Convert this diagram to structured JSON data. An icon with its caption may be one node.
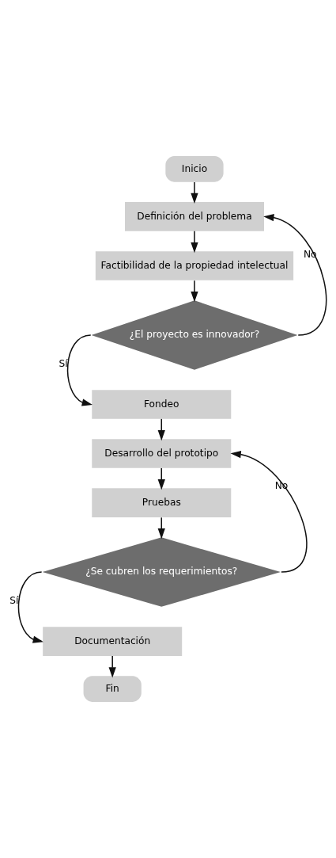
{
  "diagram": {
    "nodes": [
      {
        "text": [
          "Inicio"
        ]
      },
      {
        "text": [
          "Definición del problema"
        ]
      },
      {
        "text": [
          "Factibilidad de la propiedad intelectual"
        ]
      },
      {
        "text": [
          "¿El proyecto es innovador?"
        ]
      },
      {
        "text": [
          "Fondeo"
        ]
      },
      {
        "text": [
          "Desarrollo del prototipo"
        ]
      },
      {
        "text": [
          "Pruebas"
        ]
      },
      {
        "text": [
          "¿Se cubren los requerimientos?"
        ]
      },
      {
        "text": [
          "Documentación"
        ]
      },
      {
        "text": [
          "Fin"
        ]
      }
    ],
    "edges": [
      {
        "from": 0,
        "to": 1,
        "arrow": "to"
      },
      {
        "from": 1,
        "to": 2,
        "arrow": "to"
      },
      {
        "from": 2,
        "to": 3,
        "arrow": "to"
      },
      {
        "from": 3,
        "to": 4,
        "arrow": "to",
        "label": "Sí"
      },
      {
        "from": 3,
        "to": 1,
        "arrow": "to",
        "label": "No"
      },
      {
        "from": 4,
        "to": 5,
        "arrow": "to"
      },
      {
        "from": 5,
        "to": 6,
        "arrow": "to"
      },
      {
        "from": 6,
        "to": 7,
        "arrow": "to"
      },
      {
        "from": 7,
        "to": 8,
        "arrow": "to",
        "label": "Sí"
      },
      {
        "from": 7,
        "to": 5,
        "arrow": "to",
        "label": "No"
      },
      {
        "from": 8,
        "to": 9,
        "arrow": "to"
      }
    ]
  }
}
